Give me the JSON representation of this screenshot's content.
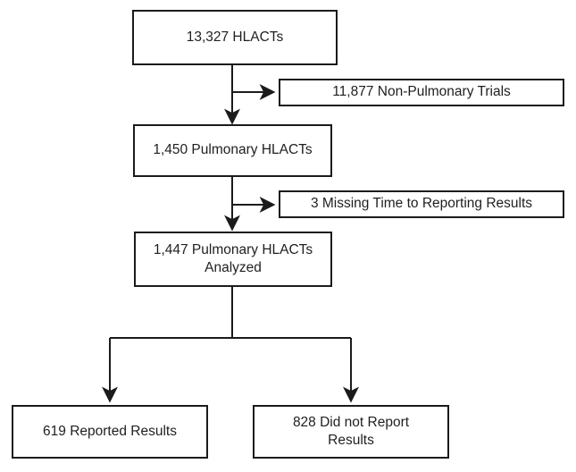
{
  "colors": {
    "border": "#1b1b1b",
    "text": "#1f1f1f",
    "background": "#ffffff",
    "line": "#1b1b1b"
  },
  "nodes": {
    "total": {
      "label": "13,327 HLACTs"
    },
    "non_pulmonary": {
      "label": "11,877 Non-Pulmonary Trials"
    },
    "pulmonary": {
      "label": "1,450 Pulmonary HLACTs"
    },
    "missing_time": {
      "label": "3 Missing Time to Reporting Results"
    },
    "analyzed": {
      "label": "1,447 Pulmonary HLACTs Analyzed"
    },
    "reported": {
      "label": "619 Reported Results"
    },
    "not_reported": {
      "label": "828 Did not Report Results"
    }
  }
}
